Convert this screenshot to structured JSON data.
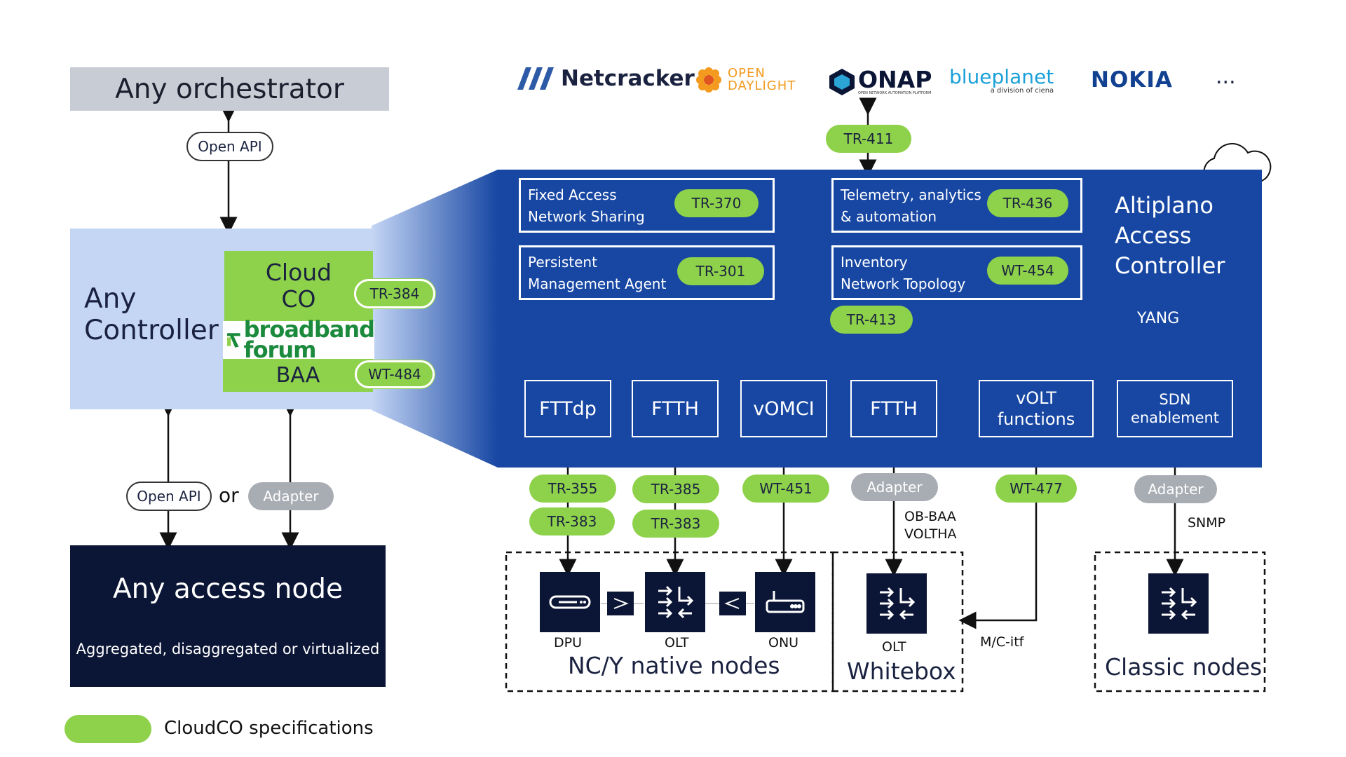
{
  "left": {
    "orchestrator": "Any orchestrator",
    "open_api_top": "Open API",
    "controller": [
      "Any",
      "Controller"
    ],
    "cloudco": [
      "Cloud",
      "CO"
    ],
    "bbf_logo": [
      "broadband",
      "forum"
    ],
    "baa": "BAA",
    "tr384": "TR-384",
    "wt484": "WT-484",
    "open_api_bottom": "Open API",
    "or": "or",
    "adapter": "Adapter",
    "access_node_title": "Any access node",
    "access_node_sub": "Aggregated, disaggregated or virtualized"
  },
  "legend": {
    "label": "CloudCO specifications",
    "color": "#8ed14a"
  },
  "logos": {
    "netcracker": "Netcracker",
    "opendaylight": [
      "OPEN",
      "DAYLIGHT"
    ],
    "onap": "ONAP",
    "onap_sub": "OPEN NETWORK AUTOMATION PLATFORM",
    "blueplanet": "blueplanet",
    "blueplanet_sub": "a division of ciena",
    "nokia": "NOKIA",
    "more": "..."
  },
  "tr411": "TR-411",
  "altiplano": {
    "title": [
      "Altiplano",
      "Access",
      "Controller"
    ],
    "apps": [
      {
        "lines": [
          "Fixed Access",
          "Network Sharing"
        ],
        "spec": "TR-370"
      },
      {
        "lines": [
          "Telemetry, analytics",
          "& automation"
        ],
        "spec": "TR-436"
      },
      {
        "lines": [
          "Persistent",
          "Management Agent"
        ],
        "spec": "TR-301"
      },
      {
        "lines": [
          "Inventory",
          "Network Topology"
        ],
        "spec": "WT-454"
      }
    ],
    "tr413": "TR-413",
    "yang": "YANG",
    "functions": [
      {
        "lines": [
          "FTTdp"
        ]
      },
      {
        "lines": [
          "FTTH"
        ]
      },
      {
        "lines": [
          "vOMCI"
        ]
      },
      {
        "lines": [
          "FTTH"
        ]
      },
      {
        "lines": [
          "vOLT",
          "functions"
        ]
      },
      {
        "lines": [
          "SDN",
          "enablement"
        ]
      }
    ]
  },
  "interfaces": {
    "tr355": "TR-355",
    "tr383a": "TR-383",
    "tr385": "TR-385",
    "tr383b": "TR-383",
    "wt451": "WT-451",
    "adapter1": "Adapter",
    "obbaa": [
      "OB-BAA",
      "VOLTHA"
    ],
    "wt477": "WT-477",
    "adapter2": "Adapter",
    "snmp": "SNMP",
    "mc_itf": "M/C-itf"
  },
  "nodes": {
    "dpu": "DPU",
    "olt": "OLT",
    "onu": "ONU",
    "native_group": "NC/Y native nodes",
    "wb_olt": "OLT",
    "whitebox": "Whitebox",
    "classic": "Classic nodes"
  },
  "colors": {
    "spec_green": "#8ed14a",
    "controller_blue": "#1747a3",
    "navy": "#0b1535",
    "adapter_gray": "#a8acb3"
  }
}
